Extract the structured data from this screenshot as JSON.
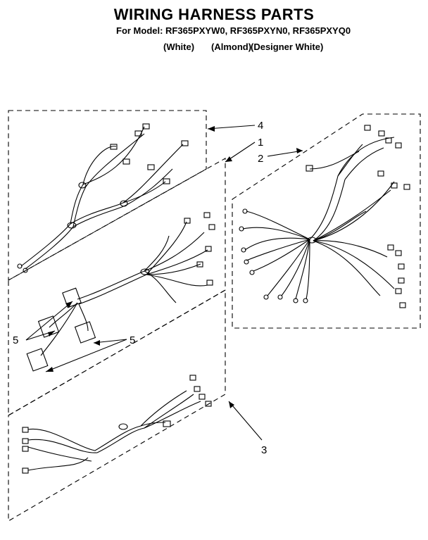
{
  "title": "WIRING HARNESS PARTS",
  "model_line": "For Model: RF365PXYW0, RF365PXYN0, RF365PXYQ0",
  "colors": [
    "(White)",
    "(Almond)",
    "(Designer White)"
  ],
  "callouts": {
    "c1": "1",
    "c2": "2",
    "c3": "3",
    "c4": "4",
    "c5a": "5",
    "c5b": "5"
  }
}
